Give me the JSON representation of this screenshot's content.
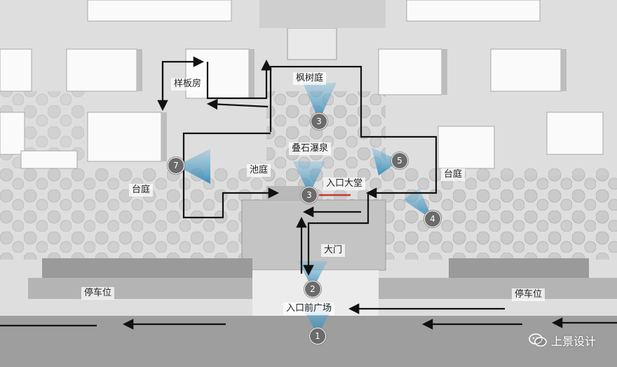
{
  "labels": {
    "sample_house": "样板房",
    "maple_court": "枫树庭",
    "stacked_waterfall": "叠石瀑泉",
    "pond_court": "池庭",
    "terrace_left": "台庭",
    "terrace_right": "台庭",
    "entrance_lobby": "入口大堂",
    "main_gate": "大门",
    "parking_left": "停车位",
    "parking_right": "停车位",
    "entrance_plaza": "入口前广场"
  },
  "viewpoints": {
    "vp1": "1",
    "vp2": "2",
    "vp3_upper": "3",
    "vp3_lower": "3",
    "vp4": "4",
    "vp5": "5",
    "vp7": "7"
  },
  "watermark": "上景设计",
  "colors": {
    "route": "#111111",
    "view_cone": "#4a9fc8",
    "marker": "#6b6b6b",
    "lobby_accent": "#c0392b"
  }
}
